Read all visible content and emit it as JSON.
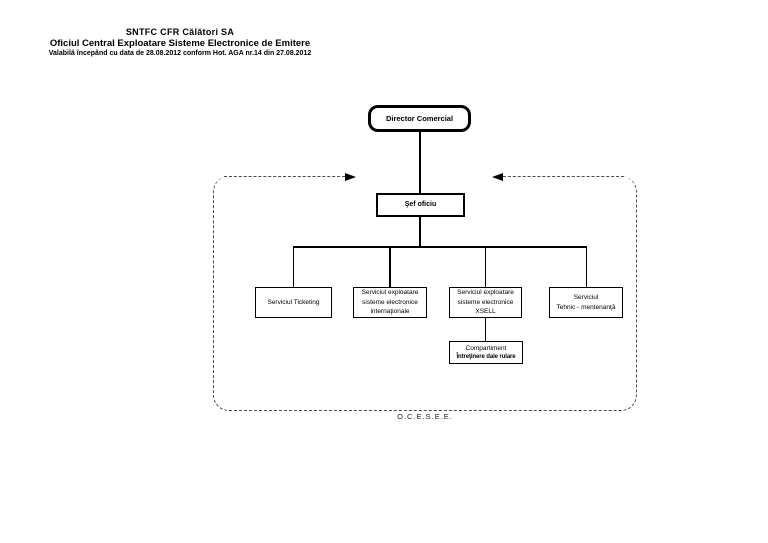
{
  "header": {
    "company": "SNTFC CFR Călători SA",
    "title": "Oficiul Central Exploatare Sisteme Electronice de Emitere",
    "validity": "Valabilă începând cu data de 28.08.2012 conform Hot. AGA nr.14 din 27.08.2012"
  },
  "org": {
    "director": {
      "label": "Director Comercial"
    },
    "chief": {
      "label": "Şef oficiu"
    },
    "departments": [
      {
        "lines": [
          "Serviciul Ticketing"
        ]
      },
      {
        "lines": [
          "Serviciul exploatare",
          "sisteme electronice",
          "internaţionale"
        ]
      },
      {
        "lines": [
          "Serviciul exploatare",
          "sisteme electronice",
          "XSELL"
        ]
      },
      {
        "lines": [
          "Serviciul",
          "Tehnic - mentenanţă"
        ]
      }
    ],
    "sub_department": {
      "line1": "Compartiment",
      "line2": "Întreţinere dale rulare"
    },
    "zone_label": "O.C.E.S.E.E."
  },
  "colors": {
    "line": "#000000",
    "dashed_border": "#4a4a4a",
    "background": "#ffffff"
  }
}
